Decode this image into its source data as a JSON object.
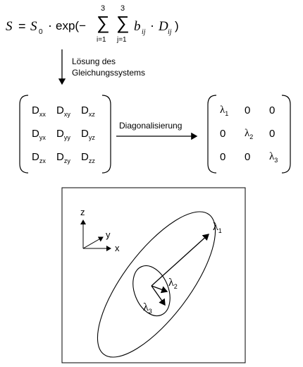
{
  "formula": {
    "S": "S",
    "eq": "=",
    "S0_base": "S",
    "S0_sub": "0",
    "dot1": "·",
    "exp_open": "exp(−",
    "sum1_top": "3",
    "sum1_bottom": "i=1",
    "sum2_top": "3",
    "sum2_bottom": "j=1",
    "b": "b",
    "b_sub": "ij",
    "dot2": "·",
    "D": "D",
    "D_sub": "ij",
    "close": ")"
  },
  "step1_label": [
    "Lösung des",
    "Gleichungssystems"
  ],
  "step2_label": "Diagonalisierung",
  "tensor_matrix": [
    [
      {
        "base": "D",
        "sub": "xx"
      },
      {
        "base": "D",
        "sub": "xy"
      },
      {
        "base": "D",
        "sub": "xz"
      }
    ],
    [
      {
        "base": "D",
        "sub": "yx"
      },
      {
        "base": "D",
        "sub": "yy"
      },
      {
        "base": "D",
        "sub": "yz"
      }
    ],
    [
      {
        "base": "D",
        "sub": "zx"
      },
      {
        "base": "D",
        "sub": "zy"
      },
      {
        "base": "D",
        "sub": "zz"
      }
    ]
  ],
  "diagonal_matrix": [
    [
      {
        "base": "λ",
        "sub": "1"
      },
      {
        "base": "0",
        "sub": ""
      },
      {
        "base": "0",
        "sub": ""
      }
    ],
    [
      {
        "base": "0",
        "sub": ""
      },
      {
        "base": "λ",
        "sub": "2"
      },
      {
        "base": "0",
        "sub": ""
      }
    ],
    [
      {
        "base": "0",
        "sub": ""
      },
      {
        "base": "0",
        "sub": ""
      },
      {
        "base": "λ",
        "sub": "3"
      }
    ]
  ],
  "axes": {
    "x": "x",
    "y": "y",
    "z": "z"
  },
  "eigen_labels": [
    {
      "base": "λ",
      "sub": "1"
    },
    {
      "base": "λ",
      "sub": "2"
    },
    {
      "base": "λ",
      "sub": "3"
    }
  ]
}
